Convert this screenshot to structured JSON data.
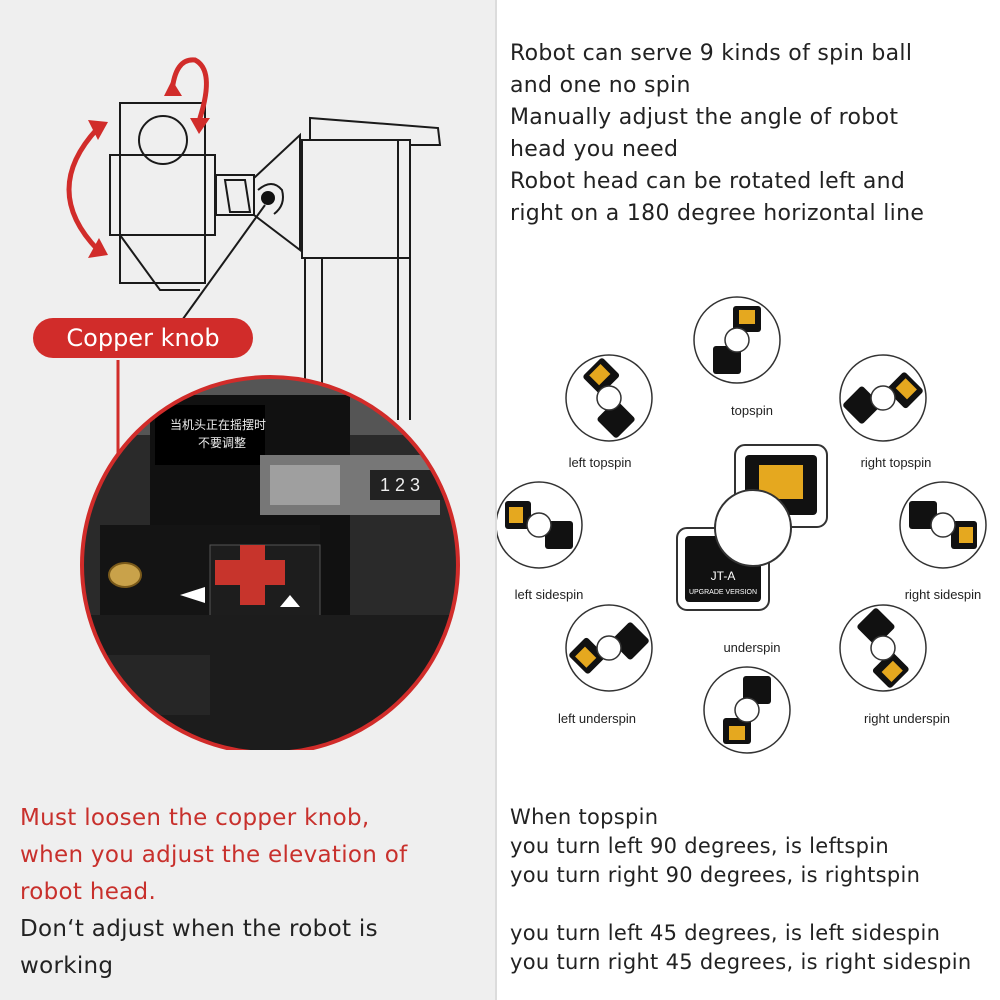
{
  "features": {
    "line1": "Robot can serve 9 kinds of spin ball",
    "line2": "and one no spin",
    "line3": "Manually adjust the angle of robot",
    "line4": "head you need",
    "line5": "Robot head can be rotated left and",
    "line6": "right on a 180 degree horizontal line"
  },
  "callout": {
    "label": "Copper knob"
  },
  "photo": {
    "sign_line1": "当机头正在摇摆时",
    "sign_line2": "不要调整",
    "scale_digits": "1 2 3"
  },
  "spin_diagram": {
    "topspin": "topspin",
    "left_topspin": "left topspin",
    "right_topspin": "right topspin",
    "left_sidespin": "left sidespin",
    "right_sidespin": "right sidespin",
    "underspin": "underspin",
    "left_underspin": "left underspin",
    "right_underspin": "right underspin",
    "center_model": "JT-A",
    "center_version": "UPGRADE VERSION"
  },
  "warning": {
    "line1": "Must loosen the copper knob,",
    "line2": "when you adjust the elevation of",
    "line3": "robot head.",
    "line4": "Don‘t adjust when the robot is",
    "line5": "working"
  },
  "instructions": {
    "line1": "When topspin",
    "line2": "you turn left 90 degrees, is leftspin",
    "line3": "you turn right 90 degrees, is rightspin",
    "line4": "you turn left 45 degrees, is left sidespin",
    "line5": "you turn right 45 degrees, is right sidespin"
  },
  "colors": {
    "accent_red": "#d12c2a",
    "text_red": "#c8302c",
    "left_bg": "#efefef"
  }
}
